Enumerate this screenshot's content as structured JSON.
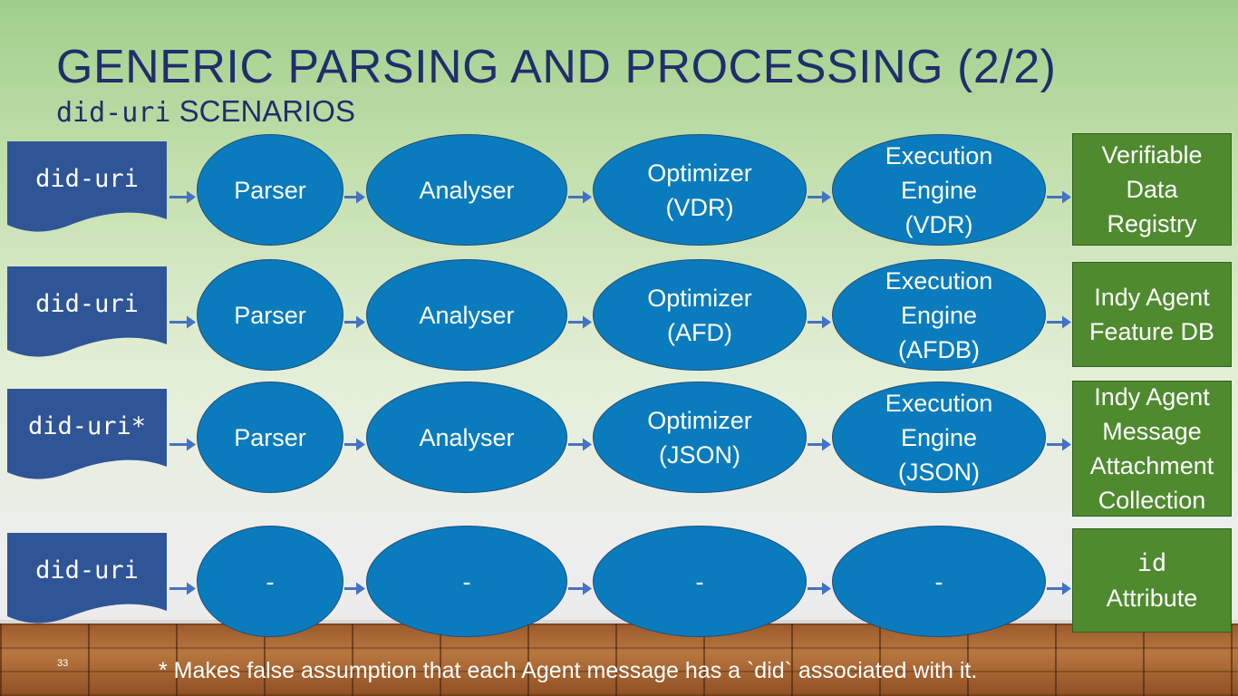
{
  "slide": {
    "title": "GENERIC PARSING AND PROCESSING (2/2)",
    "subtitle_mono": "did-uri",
    "subtitle_rest": " SCENARIOS",
    "page_number": "33",
    "footnote": "* Makes false assumption that each Agent message has a `did` associated with it."
  },
  "colors": {
    "ellipse": "#0a7cbd",
    "result_box": "#4f8a2f",
    "document": "#2f5597",
    "title": "#1f2f6b"
  },
  "rows": [
    {
      "input": "did-uri",
      "stages": [
        [
          "Parser"
        ],
        [
          "Analyser"
        ],
        [
          "Optimizer",
          "(VDR)"
        ],
        [
          "Execution",
          "Engine",
          "(VDR)"
        ]
      ],
      "result": [
        "Verifiable",
        "Data",
        "Registry"
      ],
      "result_mono": [
        false,
        false,
        false
      ]
    },
    {
      "input": "did-uri",
      "stages": [
        [
          "Parser"
        ],
        [
          "Analyser"
        ],
        [
          "Optimizer",
          "(AFD)"
        ],
        [
          "Execution",
          "Engine",
          "(AFDB)"
        ]
      ],
      "result": [
        "Indy Agent",
        "Feature DB"
      ],
      "result_mono": [
        false,
        false
      ]
    },
    {
      "input": "did-uri*",
      "stages": [
        [
          "Parser"
        ],
        [
          "Analyser"
        ],
        [
          "Optimizer",
          "(JSON)"
        ],
        [
          "Execution",
          "Engine",
          "(JSON)"
        ]
      ],
      "result": [
        "Indy Agent",
        "Message",
        "Attachment",
        "Collection"
      ],
      "result_mono": [
        false,
        false,
        false,
        false
      ]
    },
    {
      "input": "did-uri",
      "stages": [
        [
          "-"
        ],
        [
          "-"
        ],
        [
          "-"
        ],
        [
          "-"
        ]
      ],
      "result": [
        "id",
        "Attribute"
      ],
      "result_mono": [
        true,
        false
      ]
    }
  ]
}
